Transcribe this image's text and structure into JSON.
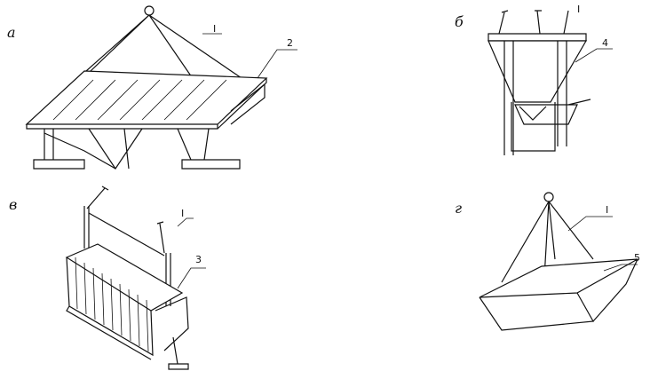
{
  "figures": {
    "a": {
      "label": "а",
      "callouts": [
        "I",
        "2"
      ]
    },
    "b": {
      "label": "б",
      "callouts": [
        "I",
        "4"
      ]
    },
    "v": {
      "label": "в",
      "callouts": [
        "I",
        "3"
      ]
    },
    "g": {
      "label": "г",
      "callouts": [
        "I",
        "5"
      ]
    }
  }
}
